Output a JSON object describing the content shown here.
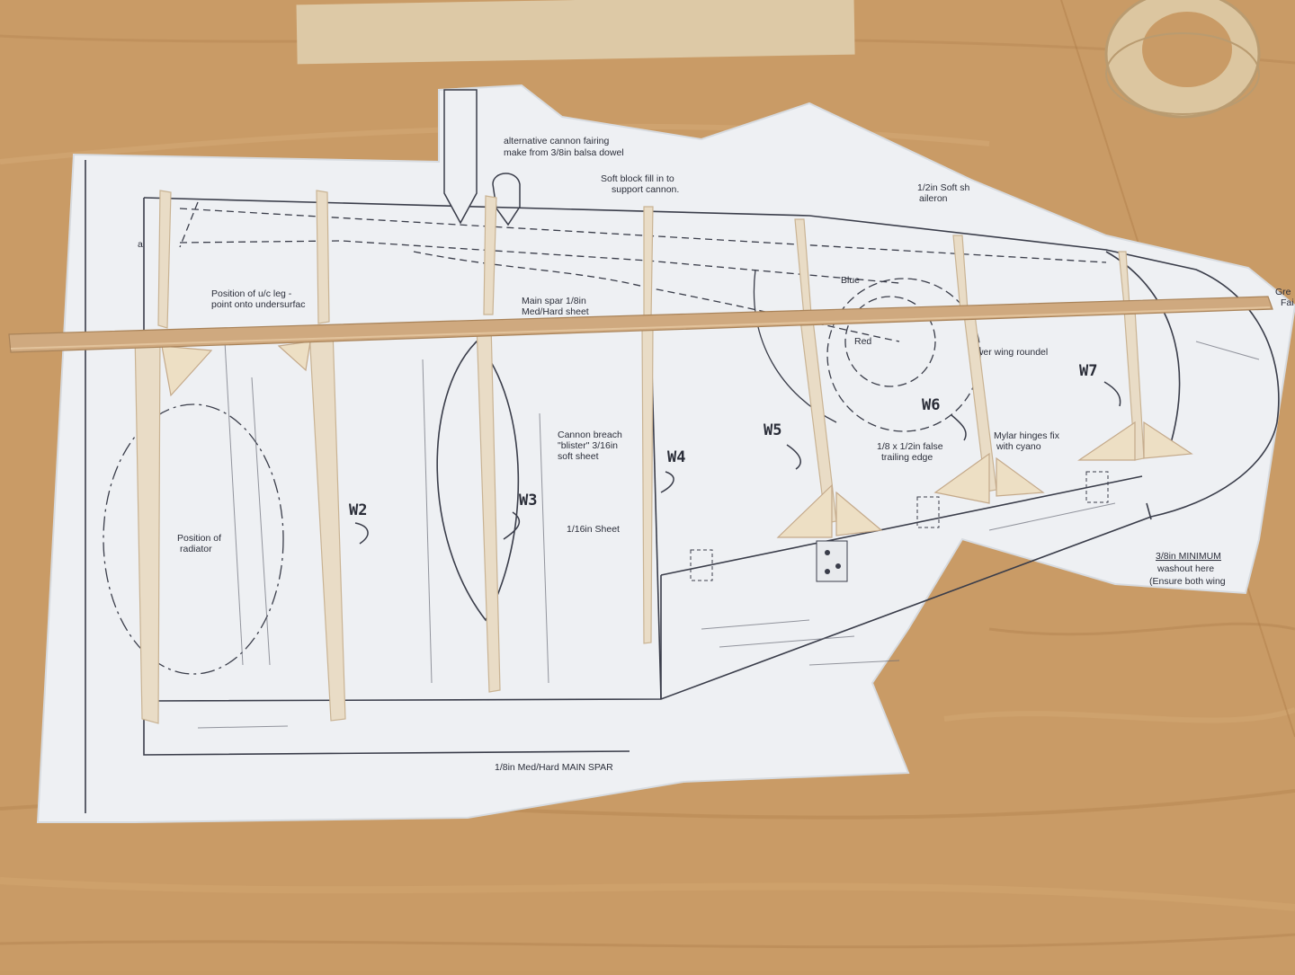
{
  "photo": {
    "colors": {
      "table": "#c79a64",
      "table_grain": "#b4834f",
      "paper": "#eef0f3",
      "ink": "#2b2e3a",
      "balsa": "#e9d9bf",
      "spar": "#caa37a"
    },
    "plan_labels": {
      "cannon_fairing_1": "alternative cannon fairing",
      "cannon_fairing_2": "make from 3/8in balsa dowel",
      "soft_block_1": "Soft block fill in to",
      "soft_block_2": "support cannon.",
      "aileron_1": "1/2in Soft sh",
      "aileron_2": "aileron",
      "uc_leg_1": "Position of u/c leg -",
      "uc_leg_2": "point onto undersurfac",
      "main_spar_1": "Main spar 1/8in",
      "main_spar_2": "Med/Hard sheet",
      "blue": "Blue",
      "red": "Red",
      "wing_roundel": "ower wing roundel",
      "cannon_breach_1": "Cannon breach",
      "cannon_breach_2": "\"blister\" 3/16in",
      "cannon_breach_3": "soft sheet",
      "sheet": "1/16in Sheet",
      "radiator_1": "Position of",
      "radiator_2": "radiator",
      "false_te_1": "1/8 x 1/2in false",
      "false_te_2": "trailing edge",
      "mylar_1": "Mylar hinges fix",
      "mylar_2": "with cyano",
      "washout_1": "3/8in MINIMUM",
      "washout_2": "washout here",
      "washout_3": "(Ensure both wing",
      "spar_bottom": "1/8in Med/Hard MAIN SPAR",
      "gre_1": "Gre",
      "gre_2": "Fai",
      "a_mark": "a"
    },
    "rib_labels": {
      "w2": "W2",
      "w3": "W3",
      "w4": "W4",
      "w5": "W5",
      "w6": "W6",
      "w7": "W7"
    }
  }
}
